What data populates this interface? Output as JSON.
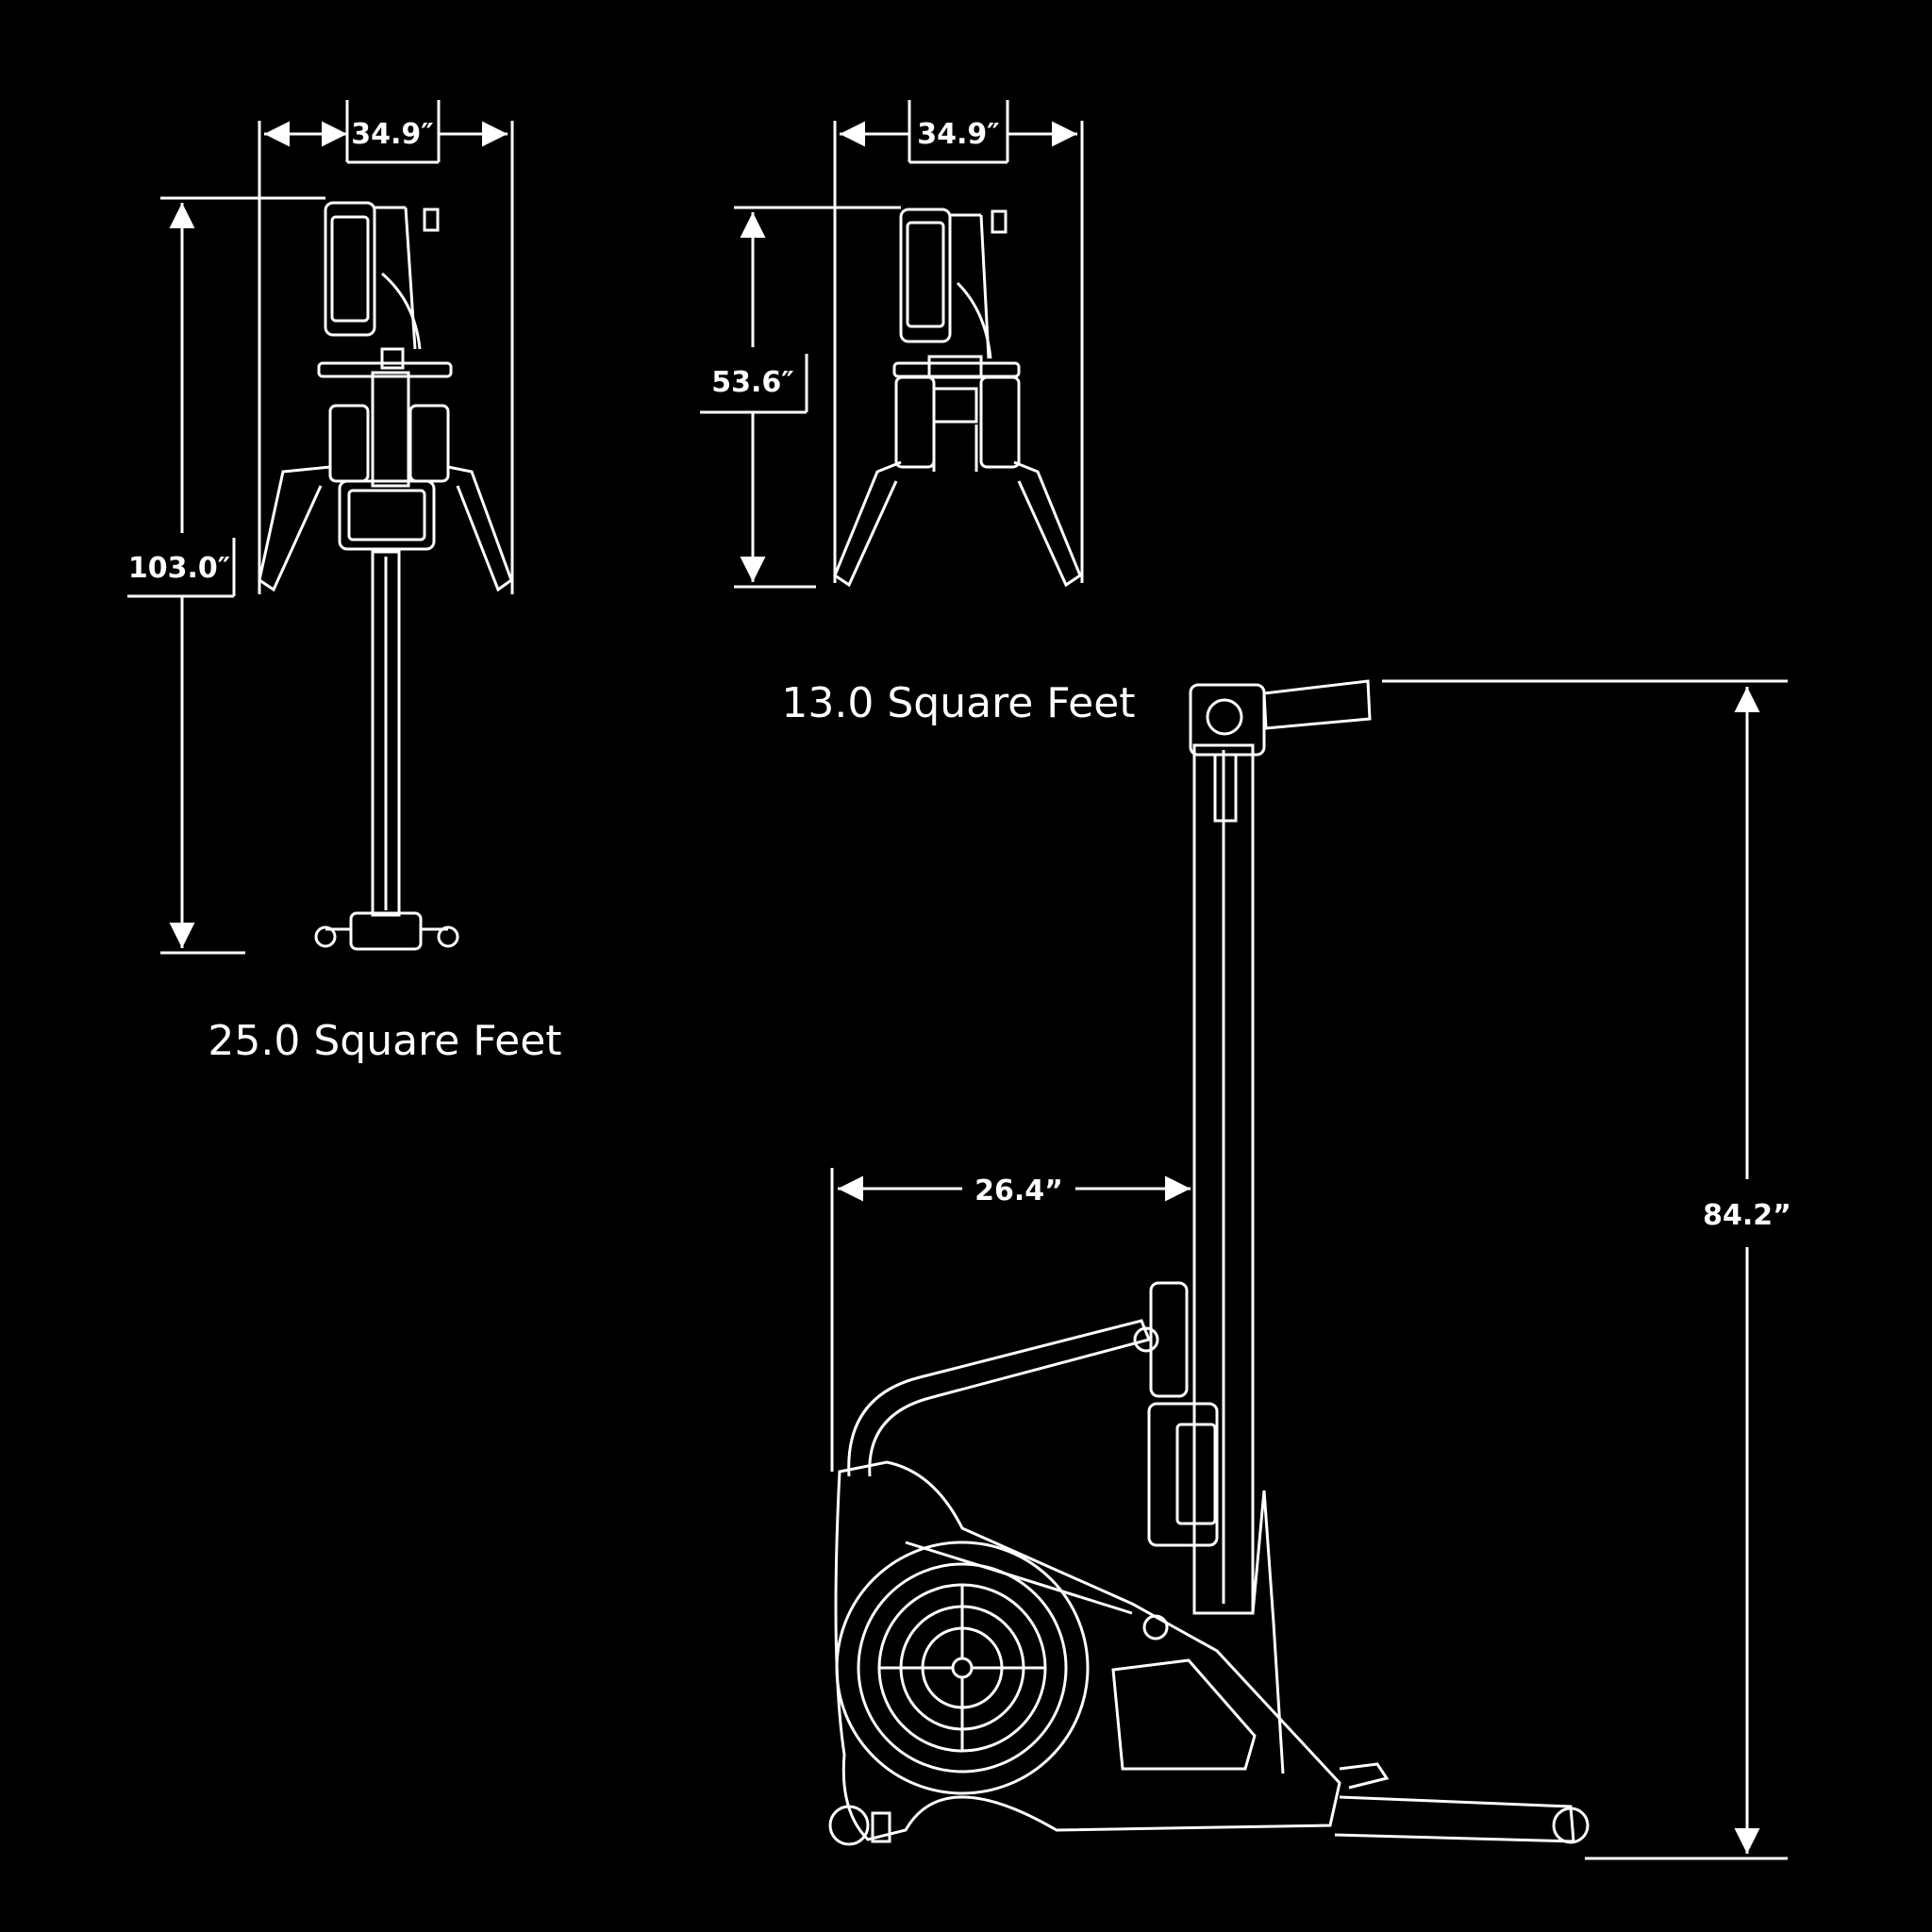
{
  "view_a": {
    "width_label": "34.9″",
    "length_label": "103.0″",
    "area_label": "25.0 Square Feet"
  },
  "view_b": {
    "width_label": "34.9″",
    "length_label": "53.6″",
    "area_label": "13.0 Square Feet"
  },
  "side_view": {
    "depth_label": "26.4”",
    "height_label": "84.2”"
  },
  "colors": {
    "background": "#000000",
    "line": "#ffffff"
  }
}
